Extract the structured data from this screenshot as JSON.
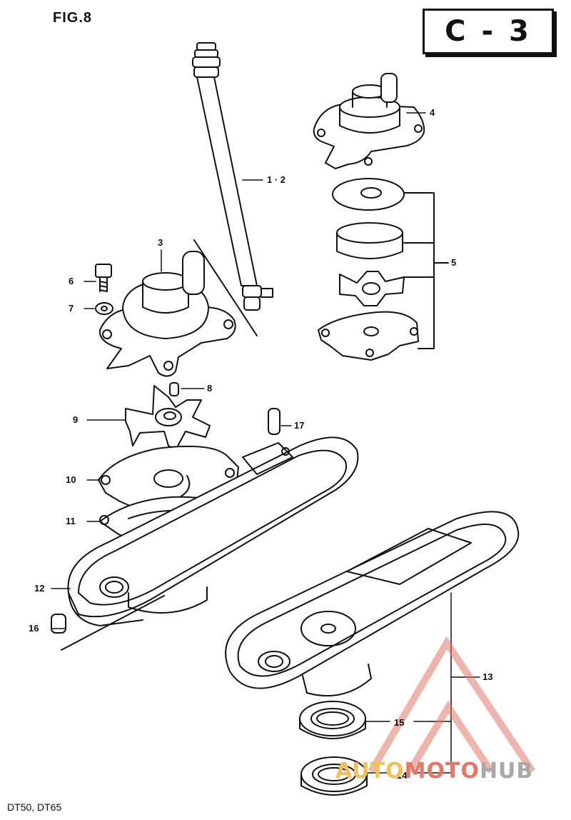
{
  "figure_label": "FIG.8",
  "section_code": "C - 3",
  "model_label": "DT50, DT65",
  "watermark": {
    "part1": "AUTO",
    "part2": "MOTO",
    "part3": "HUB",
    "colors": {
      "auto": "#f0c060",
      "moto": "#e07a6a",
      "hub": "#a8a8a8"
    }
  },
  "callouts": {
    "c1_2": "1 · 2",
    "c3": "3",
    "c4": "4",
    "c5": "5",
    "c6": "6",
    "c7": "7",
    "c8": "8",
    "c9": "9",
    "c10": "10",
    "c11": "11",
    "c12": "12",
    "c13": "13",
    "c14": "14",
    "c15": "15",
    "c16": "16",
    "c17": "17"
  }
}
